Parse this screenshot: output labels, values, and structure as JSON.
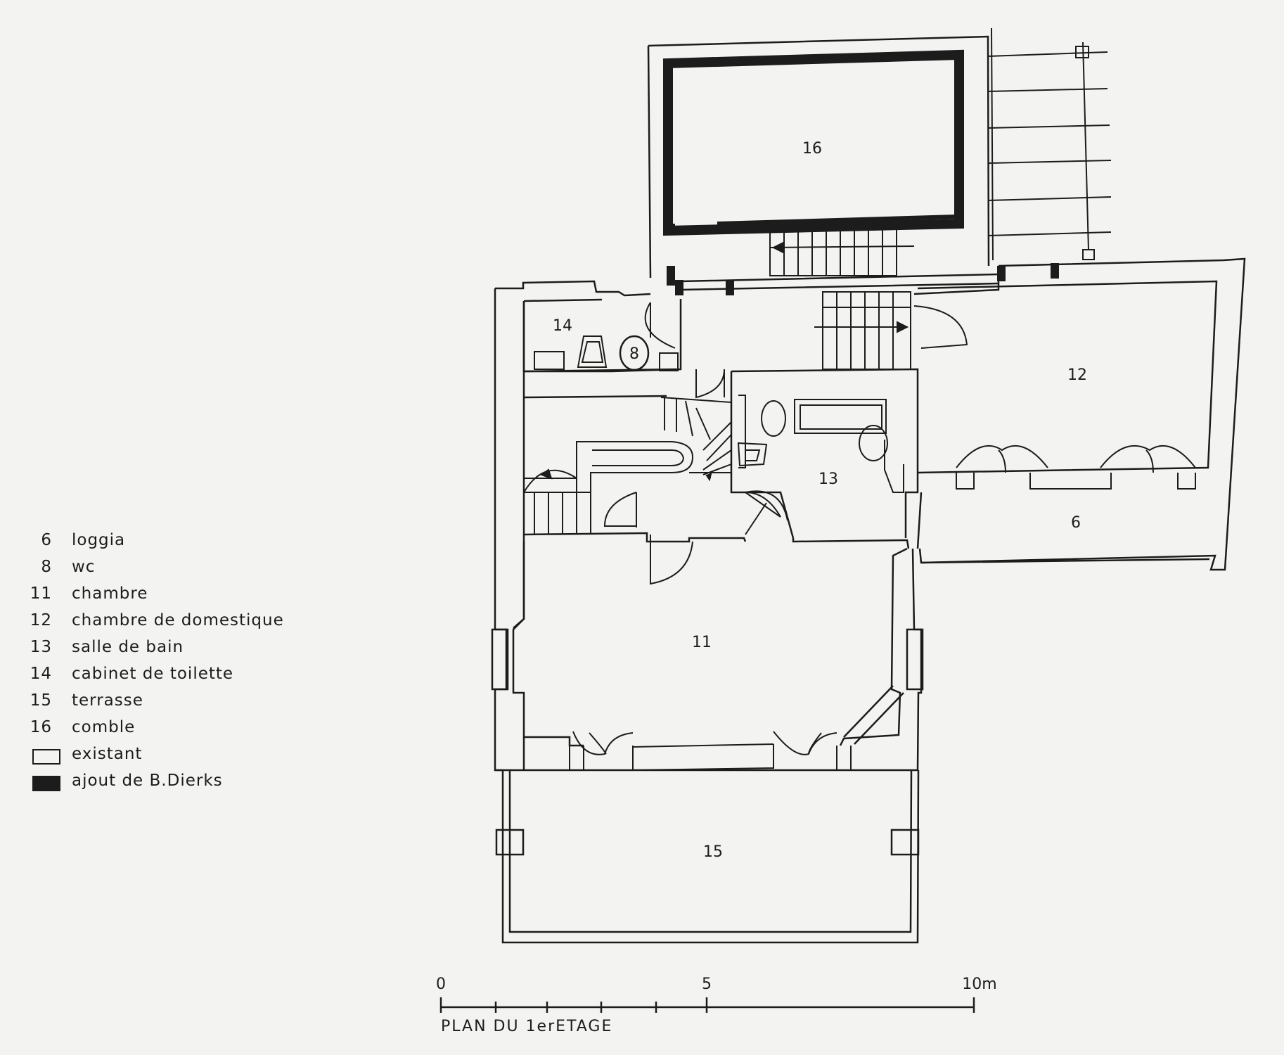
{
  "rooms": {
    "r16": "16",
    "r14": "14",
    "r8": "8",
    "r12": "12",
    "r13": "13",
    "r6": "6",
    "r11": "11",
    "r15": "15"
  },
  "legend": {
    "items": [
      {
        "num": "6",
        "label": "loggia"
      },
      {
        "num": "8",
        "label": "wc"
      },
      {
        "num": "11",
        "label": "chambre"
      },
      {
        "num": "12",
        "label": "chambre de domestique"
      },
      {
        "num": "13",
        "label": "salle de bain"
      },
      {
        "num": "14",
        "label": "cabinet de toilette"
      },
      {
        "num": "15",
        "label": "terrasse"
      },
      {
        "num": "16",
        "label": "comble"
      }
    ],
    "existing": "existant",
    "addition": "ajout de B.Dierks"
  },
  "scale": {
    "t0": "0",
    "t5": "5",
    "t10": "10m"
  },
  "caption": "PLAN DU 1erETAGE"
}
